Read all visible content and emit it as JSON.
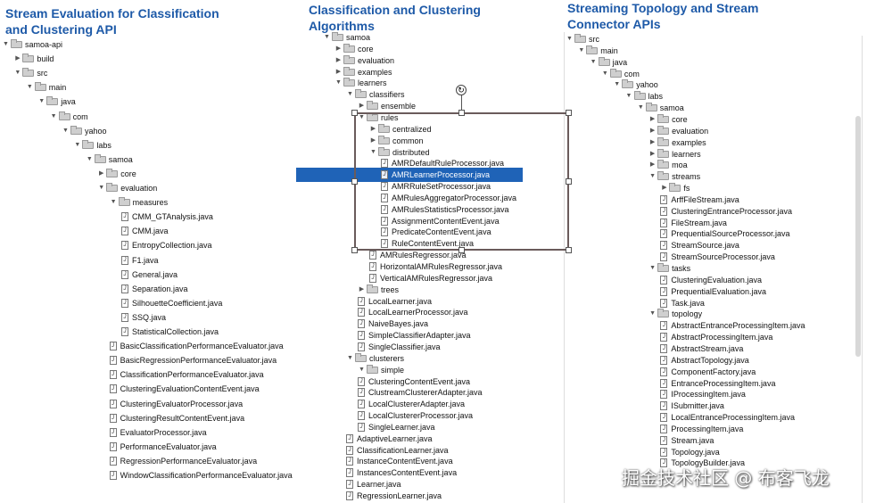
{
  "headers": {
    "left": [
      "Stream Evaluation for Classification",
      "and Clustering API"
    ],
    "middle": [
      "Classification and Clustering",
      "Algorithms"
    ],
    "right": [
      "Streaming Topology and Stream",
      "Connector APIs"
    ]
  },
  "left_tree": [
    {
      "label": "samoa-api",
      "type": "folder",
      "level": 0,
      "open": true
    },
    {
      "label": "build",
      "type": "folder",
      "level": 1,
      "open": false
    },
    {
      "label": "src",
      "type": "folder",
      "level": 1,
      "open": true
    },
    {
      "label": "main",
      "type": "folder",
      "level": 2,
      "open": true
    },
    {
      "label": "java",
      "type": "folder",
      "level": 3,
      "open": true
    },
    {
      "label": "com",
      "type": "folder",
      "level": 4,
      "open": true
    },
    {
      "label": "yahoo",
      "type": "folder",
      "level": 5,
      "open": true
    },
    {
      "label": "labs",
      "type": "folder",
      "level": 6,
      "open": true
    },
    {
      "label": "samoa",
      "type": "folder",
      "level": 7,
      "open": true
    },
    {
      "label": "core",
      "type": "folder",
      "level": 8,
      "open": false
    },
    {
      "label": "evaluation",
      "type": "folder",
      "level": 8,
      "open": true
    },
    {
      "label": "measures",
      "type": "folder",
      "level": 9,
      "open": true
    },
    {
      "label": "CMM_GTAnalysis.java",
      "type": "file",
      "level": 10
    },
    {
      "label": "CMM.java",
      "type": "file",
      "level": 10
    },
    {
      "label": "EntropyCollection.java",
      "type": "file",
      "level": 10
    },
    {
      "label": "F1.java",
      "type": "file",
      "level": 10
    },
    {
      "label": "General.java",
      "type": "file",
      "level": 10
    },
    {
      "label": "Separation.java",
      "type": "file",
      "level": 10
    },
    {
      "label": "SilhouetteCoefficient.java",
      "type": "file",
      "level": 10
    },
    {
      "label": "SSQ.java",
      "type": "file",
      "level": 10
    },
    {
      "label": "StatisticalCollection.java",
      "type": "file",
      "level": 10
    },
    {
      "label": "BasicClassificationPerformanceEvaluator.java",
      "type": "file",
      "level": 9
    },
    {
      "label": "BasicRegressionPerformanceEvaluator.java",
      "type": "file",
      "level": 9
    },
    {
      "label": "ClassificationPerformanceEvaluator.java",
      "type": "file",
      "level": 9
    },
    {
      "label": "ClusteringEvaluationContentEvent.java",
      "type": "file",
      "level": 9
    },
    {
      "label": "ClusteringEvaluatorProcessor.java",
      "type": "file",
      "level": 9
    },
    {
      "label": "ClusteringResultContentEvent.java",
      "type": "file",
      "level": 9
    },
    {
      "label": "EvaluatorProcessor.java",
      "type": "file",
      "level": 9
    },
    {
      "label": "PerformanceEvaluator.java",
      "type": "file",
      "level": 9
    },
    {
      "label": "RegressionPerformanceEvaluator.java",
      "type": "file",
      "level": 9
    },
    {
      "label": "WindowClassificationPerformanceEvaluator.java",
      "type": "file",
      "level": 9
    }
  ],
  "middle_tree": [
    {
      "label": "samoa",
      "type": "folder",
      "level": 0,
      "open": true
    },
    {
      "label": "core",
      "type": "folder",
      "level": 1,
      "open": false
    },
    {
      "label": "evaluation",
      "type": "folder",
      "level": 1,
      "open": false
    },
    {
      "label": "examples",
      "type": "folder",
      "level": 1,
      "open": false
    },
    {
      "label": "learners",
      "type": "folder",
      "level": 1,
      "open": true
    },
    {
      "label": "classifiers",
      "type": "folder",
      "level": 2,
      "open": true
    },
    {
      "label": "ensemble",
      "type": "folder",
      "level": 3,
      "open": false
    },
    {
      "label": "rules",
      "type": "folder",
      "level": 3,
      "open": true
    },
    {
      "label": "centralized",
      "type": "folder",
      "level": 4,
      "open": false
    },
    {
      "label": "common",
      "type": "folder",
      "level": 4,
      "open": false
    },
    {
      "label": "distributed",
      "type": "folder",
      "level": 4,
      "open": true
    },
    {
      "label": "AMRDefaultRuleProcessor.java",
      "type": "file",
      "level": 5
    },
    {
      "label": "AMRLearnerProcessor.java",
      "type": "file",
      "level": 5,
      "selected": true
    },
    {
      "label": "AMRRuleSetProcessor.java",
      "type": "file",
      "level": 5
    },
    {
      "label": "AMRulesAggregatorProcessor.java",
      "type": "file",
      "level": 5
    },
    {
      "label": "AMRulesStatisticsProcessor.java",
      "type": "file",
      "level": 5
    },
    {
      "label": "AssignmentContentEvent.java",
      "type": "file",
      "level": 5
    },
    {
      "label": "PredicateContentEvent.java",
      "type": "file",
      "level": 5
    },
    {
      "label": "RuleContentEvent.java",
      "type": "file",
      "level": 5
    },
    {
      "label": "AMRulesRegressor.java",
      "type": "file",
      "level": 4
    },
    {
      "label": "HorizontalAMRulesRegressor.java",
      "type": "file",
      "level": 4
    },
    {
      "label": "VerticalAMRulesRegressor.java",
      "type": "file",
      "level": 4
    },
    {
      "label": "trees",
      "type": "folder",
      "level": 3,
      "open": false
    },
    {
      "label": "LocalLearner.java",
      "type": "file",
      "level": 3
    },
    {
      "label": "LocalLearnerProcessor.java",
      "type": "file",
      "level": 3
    },
    {
      "label": "NaiveBayes.java",
      "type": "file",
      "level": 3
    },
    {
      "label": "SimpleClassifierAdapter.java",
      "type": "file",
      "level": 3
    },
    {
      "label": "SingleClassifier.java",
      "type": "file",
      "level": 3
    },
    {
      "label": "clusterers",
      "type": "folder",
      "level": 2,
      "open": true
    },
    {
      "label": "simple",
      "type": "folder",
      "level": 3,
      "open": true
    },
    {
      "label": "ClusteringContentEvent.java",
      "type": "file",
      "level": 3
    },
    {
      "label": "ClustreamClustererAdapter.java",
      "type": "file",
      "level": 3
    },
    {
      "label": "LocalClustererAdapter.java",
      "type": "file",
      "level": 3
    },
    {
      "label": "LocalClustererProcessor.java",
      "type": "file",
      "level": 3
    },
    {
      "label": "SingleLearner.java",
      "type": "file",
      "level": 3
    },
    {
      "label": "AdaptiveLearner.java",
      "type": "file",
      "level": 2
    },
    {
      "label": "ClassificationLearner.java",
      "type": "file",
      "level": 2
    },
    {
      "label": "InstanceContentEvent.java",
      "type": "file",
      "level": 2
    },
    {
      "label": "InstancesContentEvent.java",
      "type": "file",
      "level": 2
    },
    {
      "label": "Learner.java",
      "type": "file",
      "level": 2
    },
    {
      "label": "RegressionLearner.java",
      "type": "file",
      "level": 2
    }
  ],
  "right_tree": [
    {
      "label": "src",
      "type": "folder",
      "level": 0,
      "open": true
    },
    {
      "label": "main",
      "type": "folder",
      "level": 1,
      "open": true
    },
    {
      "label": "java",
      "type": "folder",
      "level": 2,
      "open": true
    },
    {
      "label": "com",
      "type": "folder",
      "level": 3,
      "open": true
    },
    {
      "label": "yahoo",
      "type": "folder",
      "level": 4,
      "open": true
    },
    {
      "label": "labs",
      "type": "folder",
      "level": 5,
      "open": true
    },
    {
      "label": "samoa",
      "type": "folder",
      "level": 6,
      "open": true
    },
    {
      "label": "core",
      "type": "folder",
      "level": 7,
      "open": false
    },
    {
      "label": "evaluation",
      "type": "folder",
      "level": 7,
      "open": false
    },
    {
      "label": "examples",
      "type": "folder",
      "level": 7,
      "open": false
    },
    {
      "label": "learners",
      "type": "folder",
      "level": 7,
      "open": false
    },
    {
      "label": "moa",
      "type": "folder",
      "level": 7,
      "open": false
    },
    {
      "label": "streams",
      "type": "folder",
      "level": 7,
      "open": true
    },
    {
      "label": "fs",
      "type": "folder",
      "level": 8,
      "open": false
    },
    {
      "label": "ArffFileStream.java",
      "type": "file",
      "level": 8
    },
    {
      "label": "ClusteringEntranceProcessor.java",
      "type": "file",
      "level": 8
    },
    {
      "label": "FileStream.java",
      "type": "file",
      "level": 8
    },
    {
      "label": "PrequentialSourceProcessor.java",
      "type": "file",
      "level": 8
    },
    {
      "label": "StreamSource.java",
      "type": "file",
      "level": 8
    },
    {
      "label": "StreamSourceProcessor.java",
      "type": "file",
      "level": 8
    },
    {
      "label": "tasks",
      "type": "folder",
      "level": 7,
      "open": true
    },
    {
      "label": "ClusteringEvaluation.java",
      "type": "file",
      "level": 8
    },
    {
      "label": "PrequentialEvaluation.java",
      "type": "file",
      "level": 8
    },
    {
      "label": "Task.java",
      "type": "file",
      "level": 8
    },
    {
      "label": "topology",
      "type": "folder",
      "level": 7,
      "open": true
    },
    {
      "label": "AbstractEntranceProcessingItem.java",
      "type": "file",
      "level": 8
    },
    {
      "label": "AbstractProcessingItem.java",
      "type": "file",
      "level": 8
    },
    {
      "label": "AbstractStream.java",
      "type": "file",
      "level": 8
    },
    {
      "label": "AbstractTopology.java",
      "type": "file",
      "level": 8
    },
    {
      "label": "ComponentFactory.java",
      "type": "file",
      "level": 8
    },
    {
      "label": "EntranceProcessingItem.java",
      "type": "file",
      "level": 8
    },
    {
      "label": "IProcessingItem.java",
      "type": "file",
      "level": 8
    },
    {
      "label": "ISubmitter.java",
      "type": "file",
      "level": 8
    },
    {
      "label": "LocalEntranceProcessingItem.java",
      "type": "file",
      "level": 8
    },
    {
      "label": "ProcessingItem.java",
      "type": "file",
      "level": 8
    },
    {
      "label": "Stream.java",
      "type": "file",
      "level": 8
    },
    {
      "label": "Topology.java",
      "type": "file",
      "level": 8
    },
    {
      "label": "TopologyBuilder.java",
      "type": "file",
      "level": 8
    }
  ],
  "watermark": "掘金技术社区 @ 布客飞龙"
}
